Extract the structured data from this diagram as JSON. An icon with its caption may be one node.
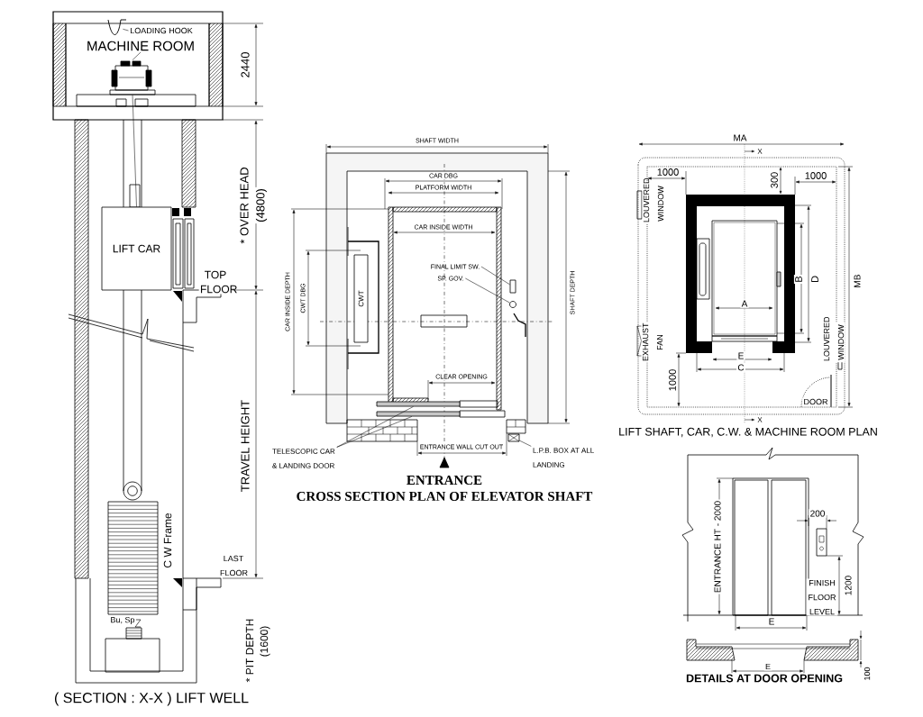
{
  "diagram": {
    "nodes": [
      {
        "text": [
          "LIFT CAR"
        ]
      },
      {
        "text": [
          "LOADING HOOK"
        ]
      },
      {
        "text": [],
        "shape": "picture"
      },
      {
        "text": [
          "MACHINE ROOM"
        ]
      },
      {
        "text": [],
        "shape": "picture"
      },
      {
        "text": [
          "CWT"
        ]
      },
      {
        "text": [
          "FINAL LIMIT SW."
        ]
      },
      {
        "text": [],
        "shape": "box"
      },
      {
        "text": [
          "SP. GOV."
        ]
      },
      {
        "text": [],
        "shape": "circle"
      },
      {
        "text": [
          "TELESCOPIC CAR & LANDING DOOR"
        ]
      },
      {
        "text": [],
        "shape": "bar"
      },
      {
        "text": [],
        "shape": "bar"
      },
      {
        "text": [
          "L.P.B. BOX AT ALL LANDING"
        ]
      },
      {
        "text": [],
        "shape": "box"
      }
    ],
    "edges": [
      {
        "from": 1,
        "to": 2,
        "arrow": "none"
      },
      {
        "from": 3,
        "to": 4,
        "arrow": "none"
      },
      {
        "from": 6,
        "to": 7,
        "arrow": "none"
      },
      {
        "from": 8,
        "to": 9,
        "arrow": "none"
      },
      {
        "from": 10,
        "to": 11,
        "arrow": "none"
      },
      {
        "from": 10,
        "to": 12,
        "arrow": "none"
      },
      {
        "from": 13,
        "to": 14,
        "arrow": "none"
      },
      {
        "from": 4,
        "to": 0,
        "arrow": "none"
      }
    ],
    "labels": [
      "2440",
      "* OVER HEAD",
      "(4800)",
      "TOP FLOOR",
      "TRAVEL HEIGHT",
      "C W Frame",
      "LAST FLOOR",
      "Bu, Sp",
      "* PIT DEPTH",
      "(1600)",
      "( SECTION : X-X ) LIFT WELL",
      "SHAFT WIDTH",
      "CAR DBG",
      "PLATFORM WIDTH",
      "CAR INSIDE WIDTH",
      "CAR INSIDE DEPTH",
      "CWT DBG",
      "SHAFT DEPTH",
      "CLEAR OPENING",
      "ENTRANCE WALL CUT OUT",
      "ENTRANCE",
      "CROSS SECTION PLAN OF ELEVATOR SHAFT",
      "MA",
      "X",
      "1000",
      "300",
      "1000",
      "LOUVERED WINDOW",
      "B",
      "D",
      "MB",
      "A",
      "EXHAUST FAN",
      "E",
      "C",
      "1000",
      "LOUVERED WINDOW",
      "DOOR",
      "X",
      "LIFT SHAFT, CAR, C.W. & MACHINE ROOM PLAN",
      "200",
      "ENTRANCE HT - 2000",
      "1200",
      "FINISH FLOOR LEVEL",
      "E",
      "E",
      "100",
      "DETAILS AT DOOR OPENING"
    ]
  }
}
